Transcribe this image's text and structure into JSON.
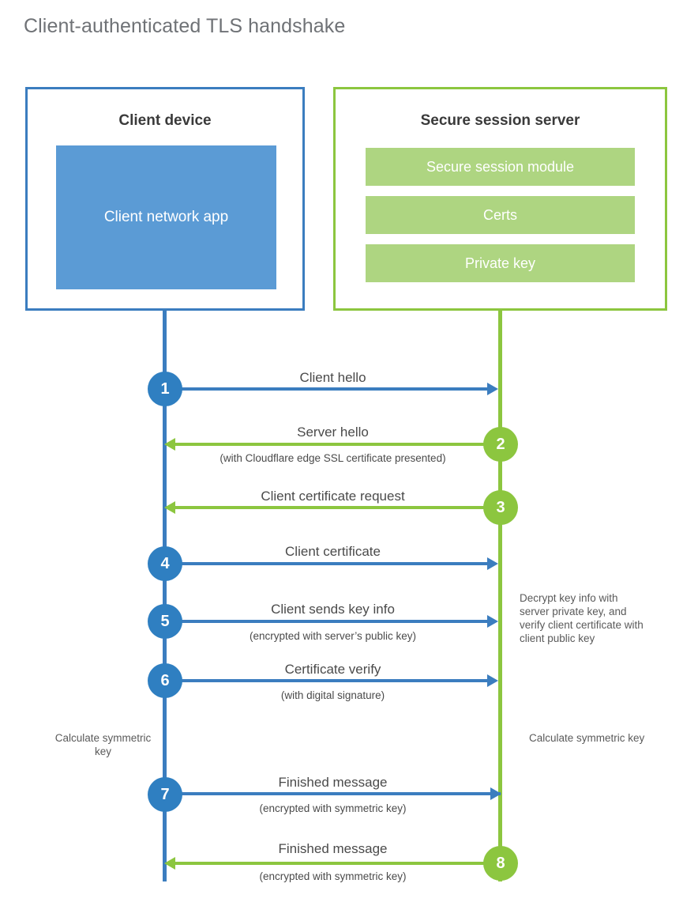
{
  "title": "Client-authenticated TLS handshake",
  "colors": {
    "client_blue_border": "#3b7dbf",
    "client_app_fill": "#5b9bd5",
    "server_green_border": "#8cc63f",
    "server_module_fill": "#aed581",
    "circle_blue": "#2f7fc1",
    "circle_green": "#8cc63f",
    "text_gray": "#4a4a4a",
    "title_gray": "#6f7276"
  },
  "entities": {
    "client": {
      "title": "Client device",
      "app_label": "Client network app"
    },
    "server": {
      "title": "Secure session server",
      "modules": [
        "Secure session module",
        "Certs",
        "Private key"
      ]
    }
  },
  "steps": [
    {
      "number": "1",
      "side": "client",
      "direction": "right",
      "label": "Client hello",
      "sublabel": ""
    },
    {
      "number": "2",
      "side": "server",
      "direction": "left",
      "label": "Server hello",
      "sublabel": "(with Cloudflare edge SSL certificate presented)"
    },
    {
      "number": "3",
      "side": "server",
      "direction": "left",
      "label": "Client certificate request",
      "sublabel": ""
    },
    {
      "number": "4",
      "side": "client",
      "direction": "right",
      "label": "Client certificate",
      "sublabel": ""
    },
    {
      "number": "5",
      "side": "client",
      "direction": "right",
      "label": "Client sends key info",
      "sublabel": "(encrypted with server’s public key)"
    },
    {
      "number": "6",
      "side": "client",
      "direction": "right",
      "label": "Certificate verify",
      "sublabel": "(with digital signature)"
    },
    {
      "number": "7",
      "side": "client",
      "direction": "right",
      "label": "Finished message",
      "sublabel": "(encrypted with symmetric key)"
    },
    {
      "number": "8",
      "side": "server",
      "direction": "left",
      "label": "Finished message",
      "sublabel": "(encrypted with symmetric key)"
    }
  ],
  "annotations": {
    "server_decrypt": "Decrypt key info with server private key, and verify client certificate with client public key",
    "client_calc": "Calculate symmetric key",
    "server_calc": "Calculate symmetric key"
  }
}
